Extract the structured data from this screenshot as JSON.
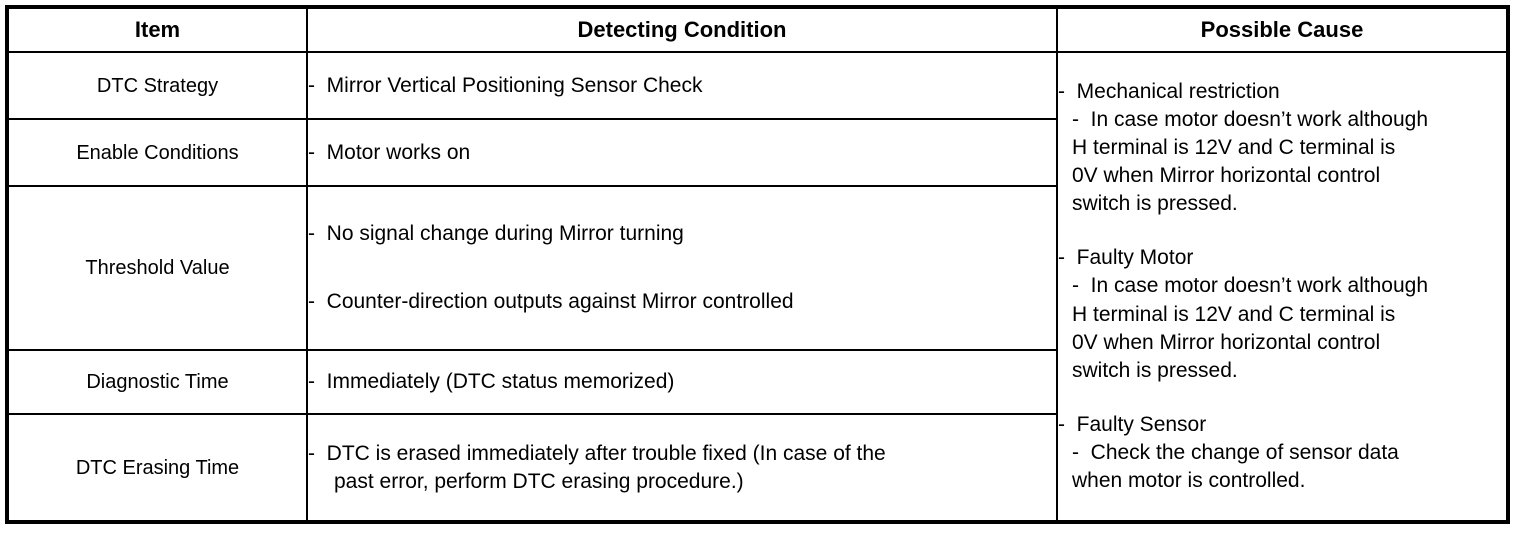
{
  "table": {
    "headers": {
      "item": "Item",
      "detecting_condition": "Detecting Condition",
      "possible_cause": "Possible Cause"
    },
    "rows": [
      {
        "item": "DTC Strategy",
        "condition_lines": [
          "-  Mirror Vertical Positioning Sensor Check"
        ]
      },
      {
        "item": "Enable Conditions",
        "condition_lines": [
          "-  Motor works on"
        ]
      },
      {
        "item": "Threshold Value",
        "condition_lines": [
          "-  No signal change during Mirror turning",
          "-  Counter-direction outputs against Mirror controlled"
        ]
      },
      {
        "item": "Diagnostic Time",
        "condition_lines": [
          "-  Immediately (DTC status memorized)"
        ]
      },
      {
        "item": "DTC Erasing Time",
        "condition_lines": [
          "-  DTC is erased immediately after trouble fixed (In case of the",
          "past error, perform DTC erasing procedure.)"
        ]
      }
    ],
    "possible_cause_blocks": [
      {
        "heading": "-  Mechanical restriction",
        "detail_first": "-  In case motor doesn’t work although",
        "detail_rest": [
          "H terminal is 12V and C terminal is",
          "0V when Mirror horizontal control",
          "switch is pressed."
        ]
      },
      {
        "heading": "-  Faulty Motor",
        "detail_first": "-  In case motor doesn’t work although",
        "detail_rest": [
          "H terminal is 12V and C terminal is",
          "0V when Mirror horizontal control",
          "switch is pressed."
        ]
      },
      {
        "heading": "-  Faulty Sensor",
        "detail_first": "-  Check the change of sensor data",
        "detail_rest": [
          "when motor is controlled."
        ]
      }
    ]
  },
  "colors": {
    "border": "#000000",
    "text": "#000000",
    "background": "#ffffff"
  }
}
